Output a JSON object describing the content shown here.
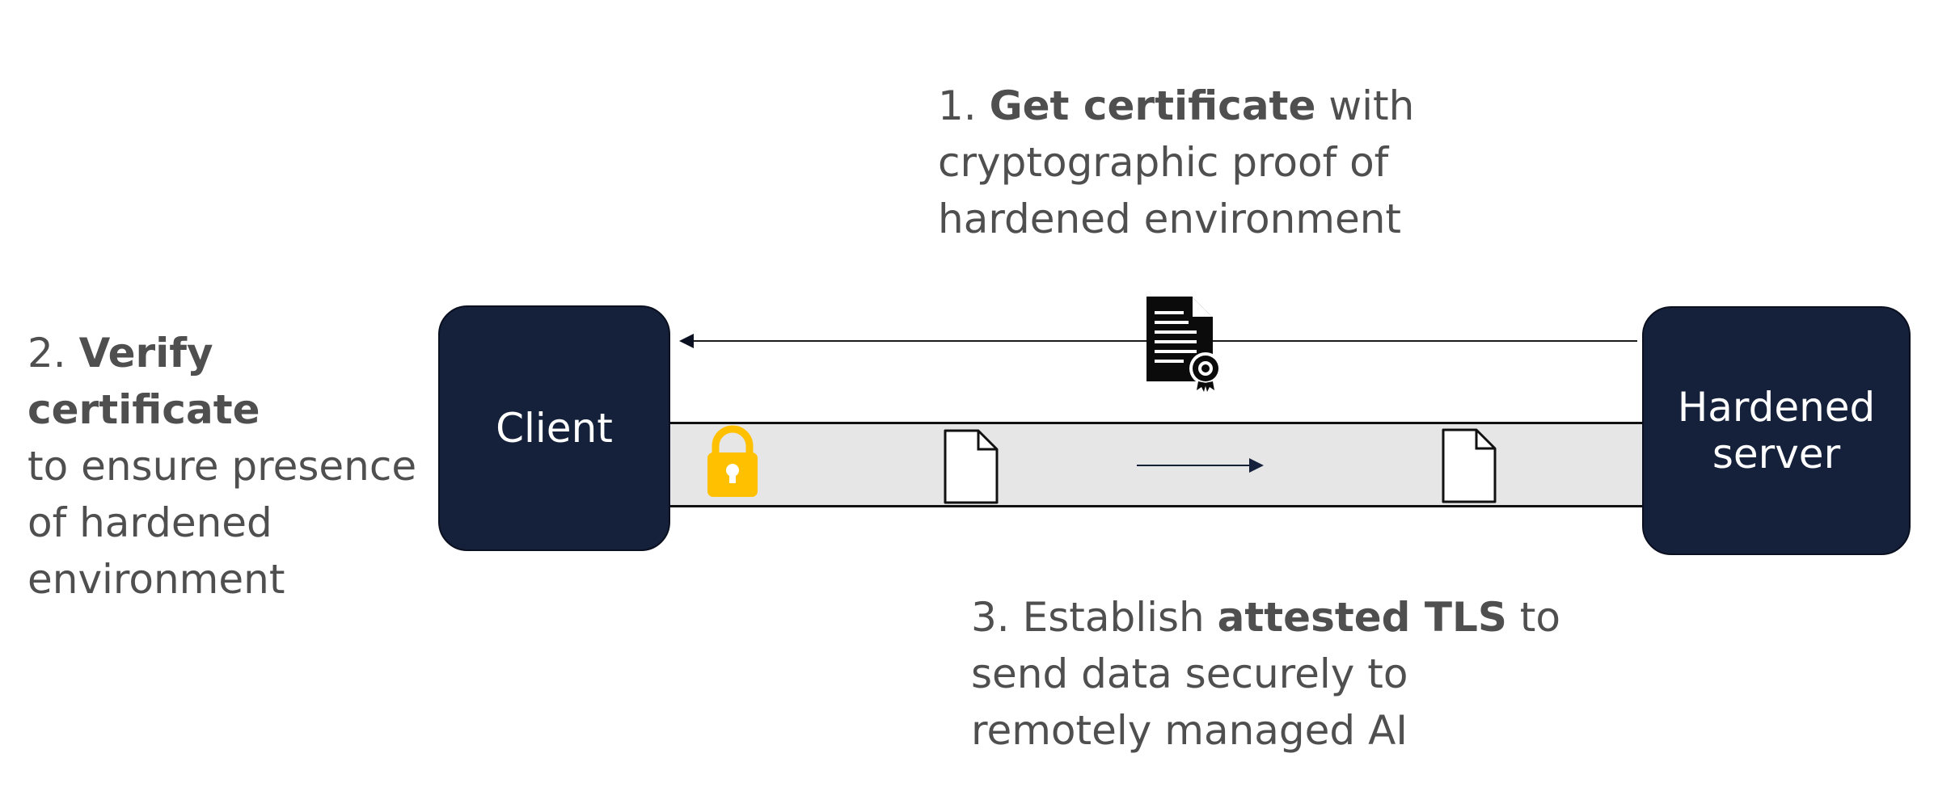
{
  "steps": {
    "get_cert": {
      "num": "1. ",
      "bold": "Get certificate",
      "rest1": " with",
      "line2": "cryptographic proof of",
      "line3": "hardened environment"
    },
    "verify": {
      "num": "2. ",
      "bold1": "Verify",
      "bold2": "certificate",
      "line3": "to ensure presence",
      "line4": "of hardened",
      "line5": "environment"
    },
    "tls": {
      "num": "3. Establish ",
      "bold": "attested TLS",
      "rest1": " to",
      "line2": "send data securely to",
      "line3": "remotely managed AI"
    }
  },
  "nodes": {
    "client": "Client",
    "server_line1": "Hardened",
    "server_line2": "server"
  },
  "icons": {
    "certificate": "certificate-icon",
    "lock": "lock-icon",
    "document_left": "document-icon",
    "document_right": "document-icon"
  },
  "colors": {
    "node_fill": "#15213b",
    "text": "#4f4f4f",
    "lock": "#ffc000",
    "tunnel": "#e6e6e6"
  }
}
